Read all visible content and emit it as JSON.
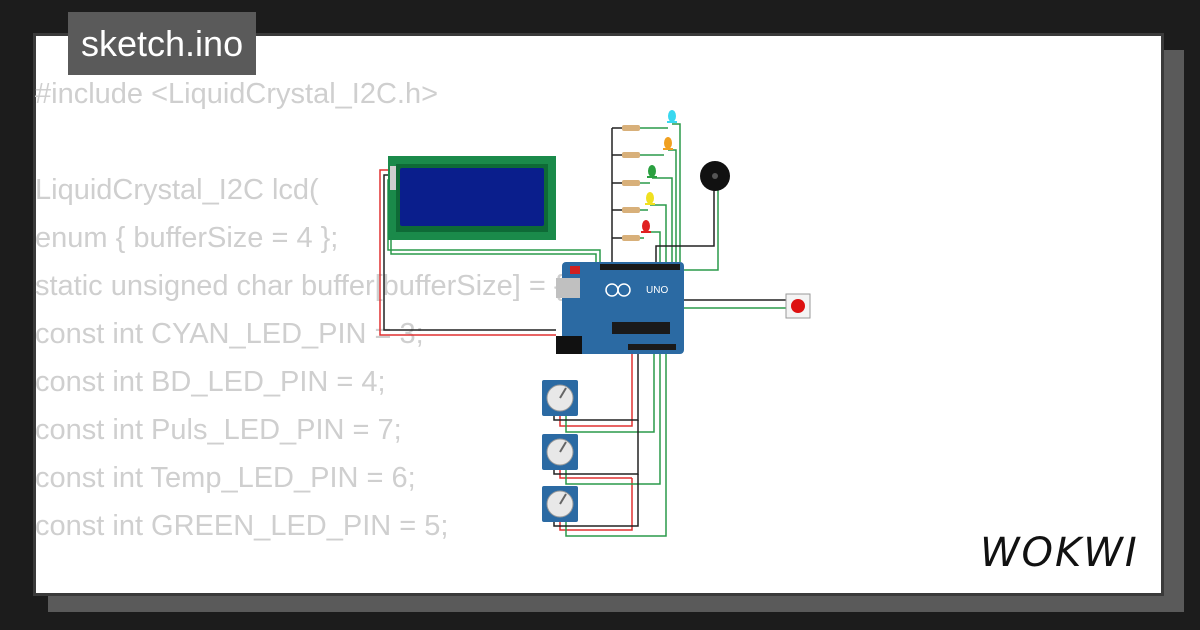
{
  "tab": {
    "title": "sketch.ino"
  },
  "code_lines": [
    "#include <LiquidCrystal_I2C.h>",
    "",
    "LiquidCrystal_I2C lcd(",
    "enum { bufferSize = 4 };",
    "static unsigned char buffer[bufferSize] = { '\\0' };",
    "const int CYAN_LED_PIN = 3;",
    "const int BD_LED_PIN = 4;",
    "const int Puls_LED_PIN = 7;",
    "const int Temp_LED_PIN = 6;",
    "const int GREEN_LED_PIN = 5;"
  ],
  "board": {
    "label": "UNO"
  },
  "brand": {
    "name": "WOKWI"
  },
  "colors": {
    "lcd_bezel": "#1a8a4a",
    "lcd_screen": "#0a1e8c",
    "board": "#2b6aa3",
    "wire_red": "#e03030",
    "wire_green": "#2a9a4a",
    "wire_black": "#222222",
    "button_red": "#dd1111"
  },
  "leds": [
    {
      "name": "cyan",
      "color": "#38d8f0"
    },
    {
      "name": "orange",
      "color": "#f0a020"
    },
    {
      "name": "green",
      "color": "#2aa040"
    },
    {
      "name": "yellow",
      "color": "#f0e020"
    },
    {
      "name": "red",
      "color": "#e02020"
    }
  ]
}
